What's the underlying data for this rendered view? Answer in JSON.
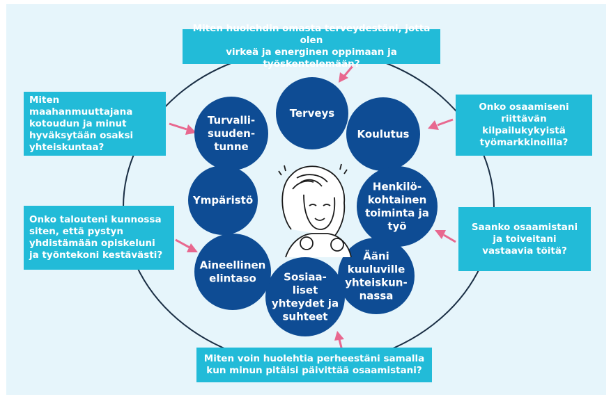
{
  "colors": {
    "background": "#e6f5fb",
    "question_box": "#22bbd8",
    "bubble": "#0e4c94",
    "arrow": "#e8688f",
    "ring": "#1a2e44"
  },
  "questions": {
    "top": "Miten huolehdin omasta terveydestäni, jotta olen\nvirkeä ja energinen oppimaan ja työskentelemään?",
    "left_upper": "Miten maahanmuuttajana\nkotoudun ja minut\nhyväksytään osaksi\nyhteiskuntaa?",
    "left_lower": "Onko talouteni kunnossa\nsiten, että pystyn\nyhdistämään opiskeluni\nja työntekoni kestävästi?",
    "right_upper": "Onko osaamiseni\nriittävän kilpailukykyistä\ntyömarkkinoilla?",
    "right_lower": "Saanko osaamistani\nja toiveitani\nvastaavia töitä?",
    "bottom": "Miten voin huolehtia perheestäni samalla\nkun minun pitäisi päivittää osaamistani?"
  },
  "bubbles": [
    {
      "key": "terveys",
      "lines": [
        "Terveys"
      ]
    },
    {
      "key": "koulutus",
      "lines": [
        "Koulutus"
      ]
    },
    {
      "key": "henkilokohtainen",
      "lines": [
        "Henkilö-",
        "kohtainen",
        "toiminta ja",
        "työ"
      ]
    },
    {
      "key": "aani",
      "lines": [
        "Ääni",
        "kuuluville",
        "yhteiskun-",
        "nassa"
      ]
    },
    {
      "key": "sosiaaliset",
      "lines": [
        "Sosiaa-",
        "liset",
        "yhteydet ja",
        "suhteet"
      ]
    },
    {
      "key": "aineellinen",
      "lines": [
        "Aineellinen",
        "elintaso"
      ]
    },
    {
      "key": "ymparisto",
      "lines": [
        "Ympäristö"
      ]
    },
    {
      "key": "turvallisuus",
      "lines": [
        "Turvalli-",
        "suuden-",
        "tunne"
      ]
    }
  ]
}
